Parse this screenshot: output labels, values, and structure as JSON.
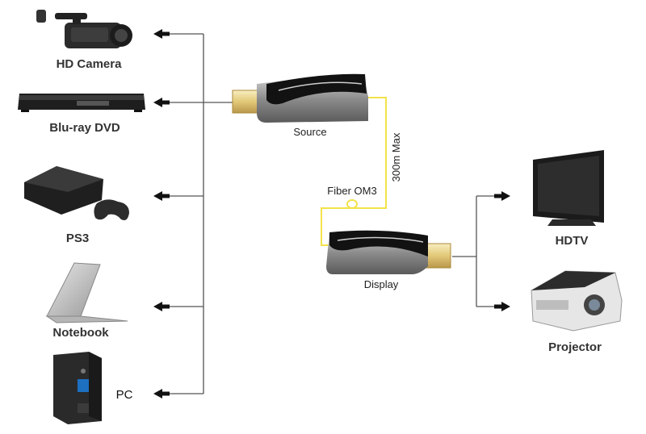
{
  "sources": {
    "hd_camera": "HD Camera",
    "bluray": "Blu-ray DVD",
    "ps3": "PS3",
    "notebook": "Notebook",
    "pc": "PC"
  },
  "modules": {
    "source": "Source",
    "display": "Display"
  },
  "cable": {
    "fiber": "Fiber OM3",
    "distance": "300m Max"
  },
  "outputs": {
    "hdtv": "HDTV",
    "projector": "Projector"
  },
  "colors": {
    "fiber": "#f2e34a",
    "wire": "#555555"
  }
}
